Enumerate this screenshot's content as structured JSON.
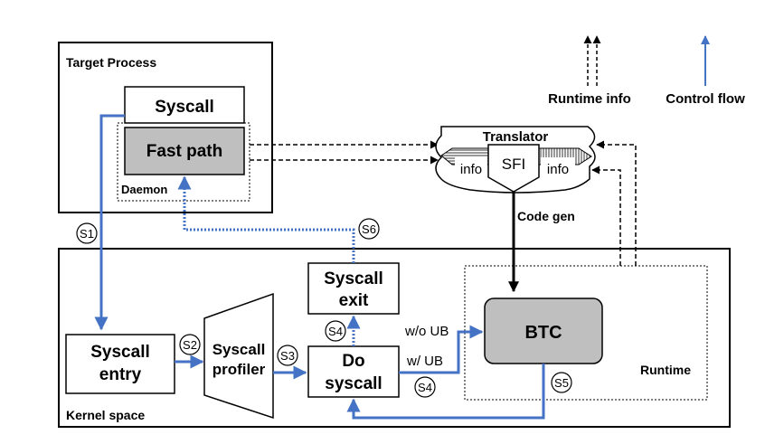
{
  "legend": {
    "runtime_info": "Runtime info",
    "control_flow": "Control flow"
  },
  "target_process": {
    "title": "Target Process",
    "syscall": "Syscall",
    "fast_path": "Fast path",
    "daemon": "Daemon"
  },
  "translator": {
    "title": "Translator",
    "info_left": "info",
    "sfi": "SFI",
    "info_right": "info",
    "code_gen": "Code gen"
  },
  "kernel": {
    "title": "Kernel space",
    "syscall_entry_1": "Syscall",
    "syscall_entry_2": "entry",
    "profiler_1": "Syscall",
    "profiler_2": "profiler",
    "do_syscall_1": "Do",
    "do_syscall_2": "syscall",
    "syscall_exit_1": "Syscall",
    "syscall_exit_2": "exit",
    "btc": "BTC",
    "runtime": "Runtime",
    "wo_ub": "w/o UB",
    "w_ub": "w/ UB"
  },
  "steps": {
    "s1": "S1",
    "s2": "S2",
    "s3": "S3",
    "s4a": "S4",
    "s4b": "S4",
    "s5": "S5",
    "s6": "S6"
  },
  "colors": {
    "control_flow": "#4472c4",
    "gray_fill": "#bfbfbf"
  }
}
